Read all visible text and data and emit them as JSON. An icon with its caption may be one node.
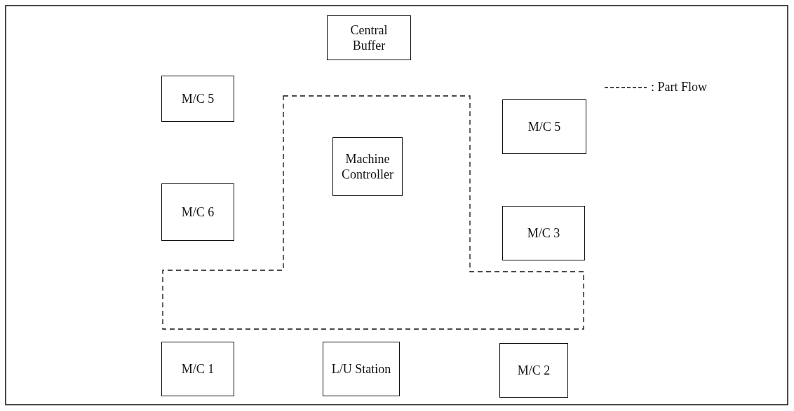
{
  "diagram": {
    "nodes": [
      {
        "text": [
          "Central Buffer"
        ]
      },
      {
        "text": [
          "M/C 5"
        ]
      },
      {
        "text": [
          "M/C 5"
        ]
      },
      {
        "text": [
          "Machine Controller"
        ]
      },
      {
        "text": [
          "M/C 6"
        ]
      },
      {
        "text": [
          "M/C 3"
        ]
      },
      {
        "text": [
          "M/C 1"
        ]
      },
      {
        "text": [
          "L/U Station"
        ]
      },
      {
        "text": [
          "M/C 2"
        ]
      }
    ],
    "legend": [
      {
        "text": ": Part Flow"
      }
    ]
  }
}
